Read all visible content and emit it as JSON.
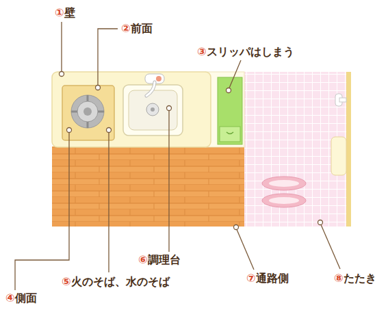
{
  "diagram": {
    "labels": [
      "①壁",
      "②前面",
      "③スリッパはしまう",
      "④側面",
      "⑤火のそば、水のそば",
      "⑥調理台",
      "⑦通路側",
      "⑧たたき"
    ]
  }
}
